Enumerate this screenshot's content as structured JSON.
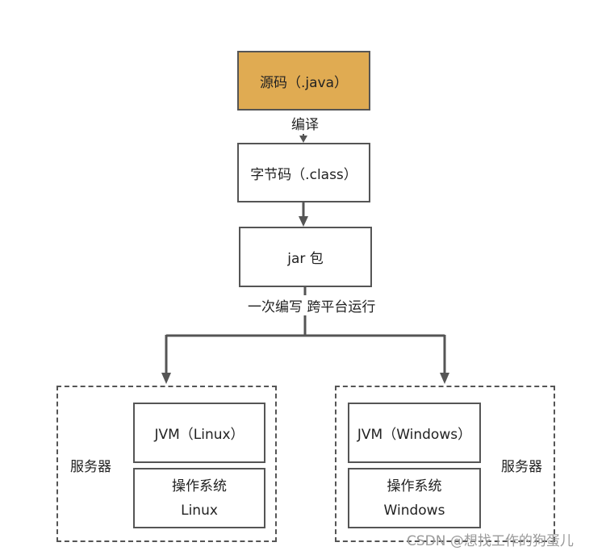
{
  "nodes": {
    "source": "源码（.java）",
    "bytecode": "字节码（.class）",
    "jar": "jar 包",
    "jvm_linux": "JVM（Linux）",
    "os_linux_line1": "操作系统",
    "os_linux_line2": "Linux",
    "jvm_windows": "JVM（Windows）",
    "os_windows_line1": "操作系统",
    "os_windows_line2": "Windows"
  },
  "edge_labels": {
    "compile": "编译",
    "write_once": "一次编写 跨平台运行"
  },
  "groups": {
    "left_server": "服务器",
    "right_server": "服务器"
  },
  "watermark": "CSDN @想找工作的狗蛋儿",
  "colors": {
    "source_fill": "#e0ab52",
    "stroke": "#555555",
    "watermark": "#9a9a9a"
  }
}
